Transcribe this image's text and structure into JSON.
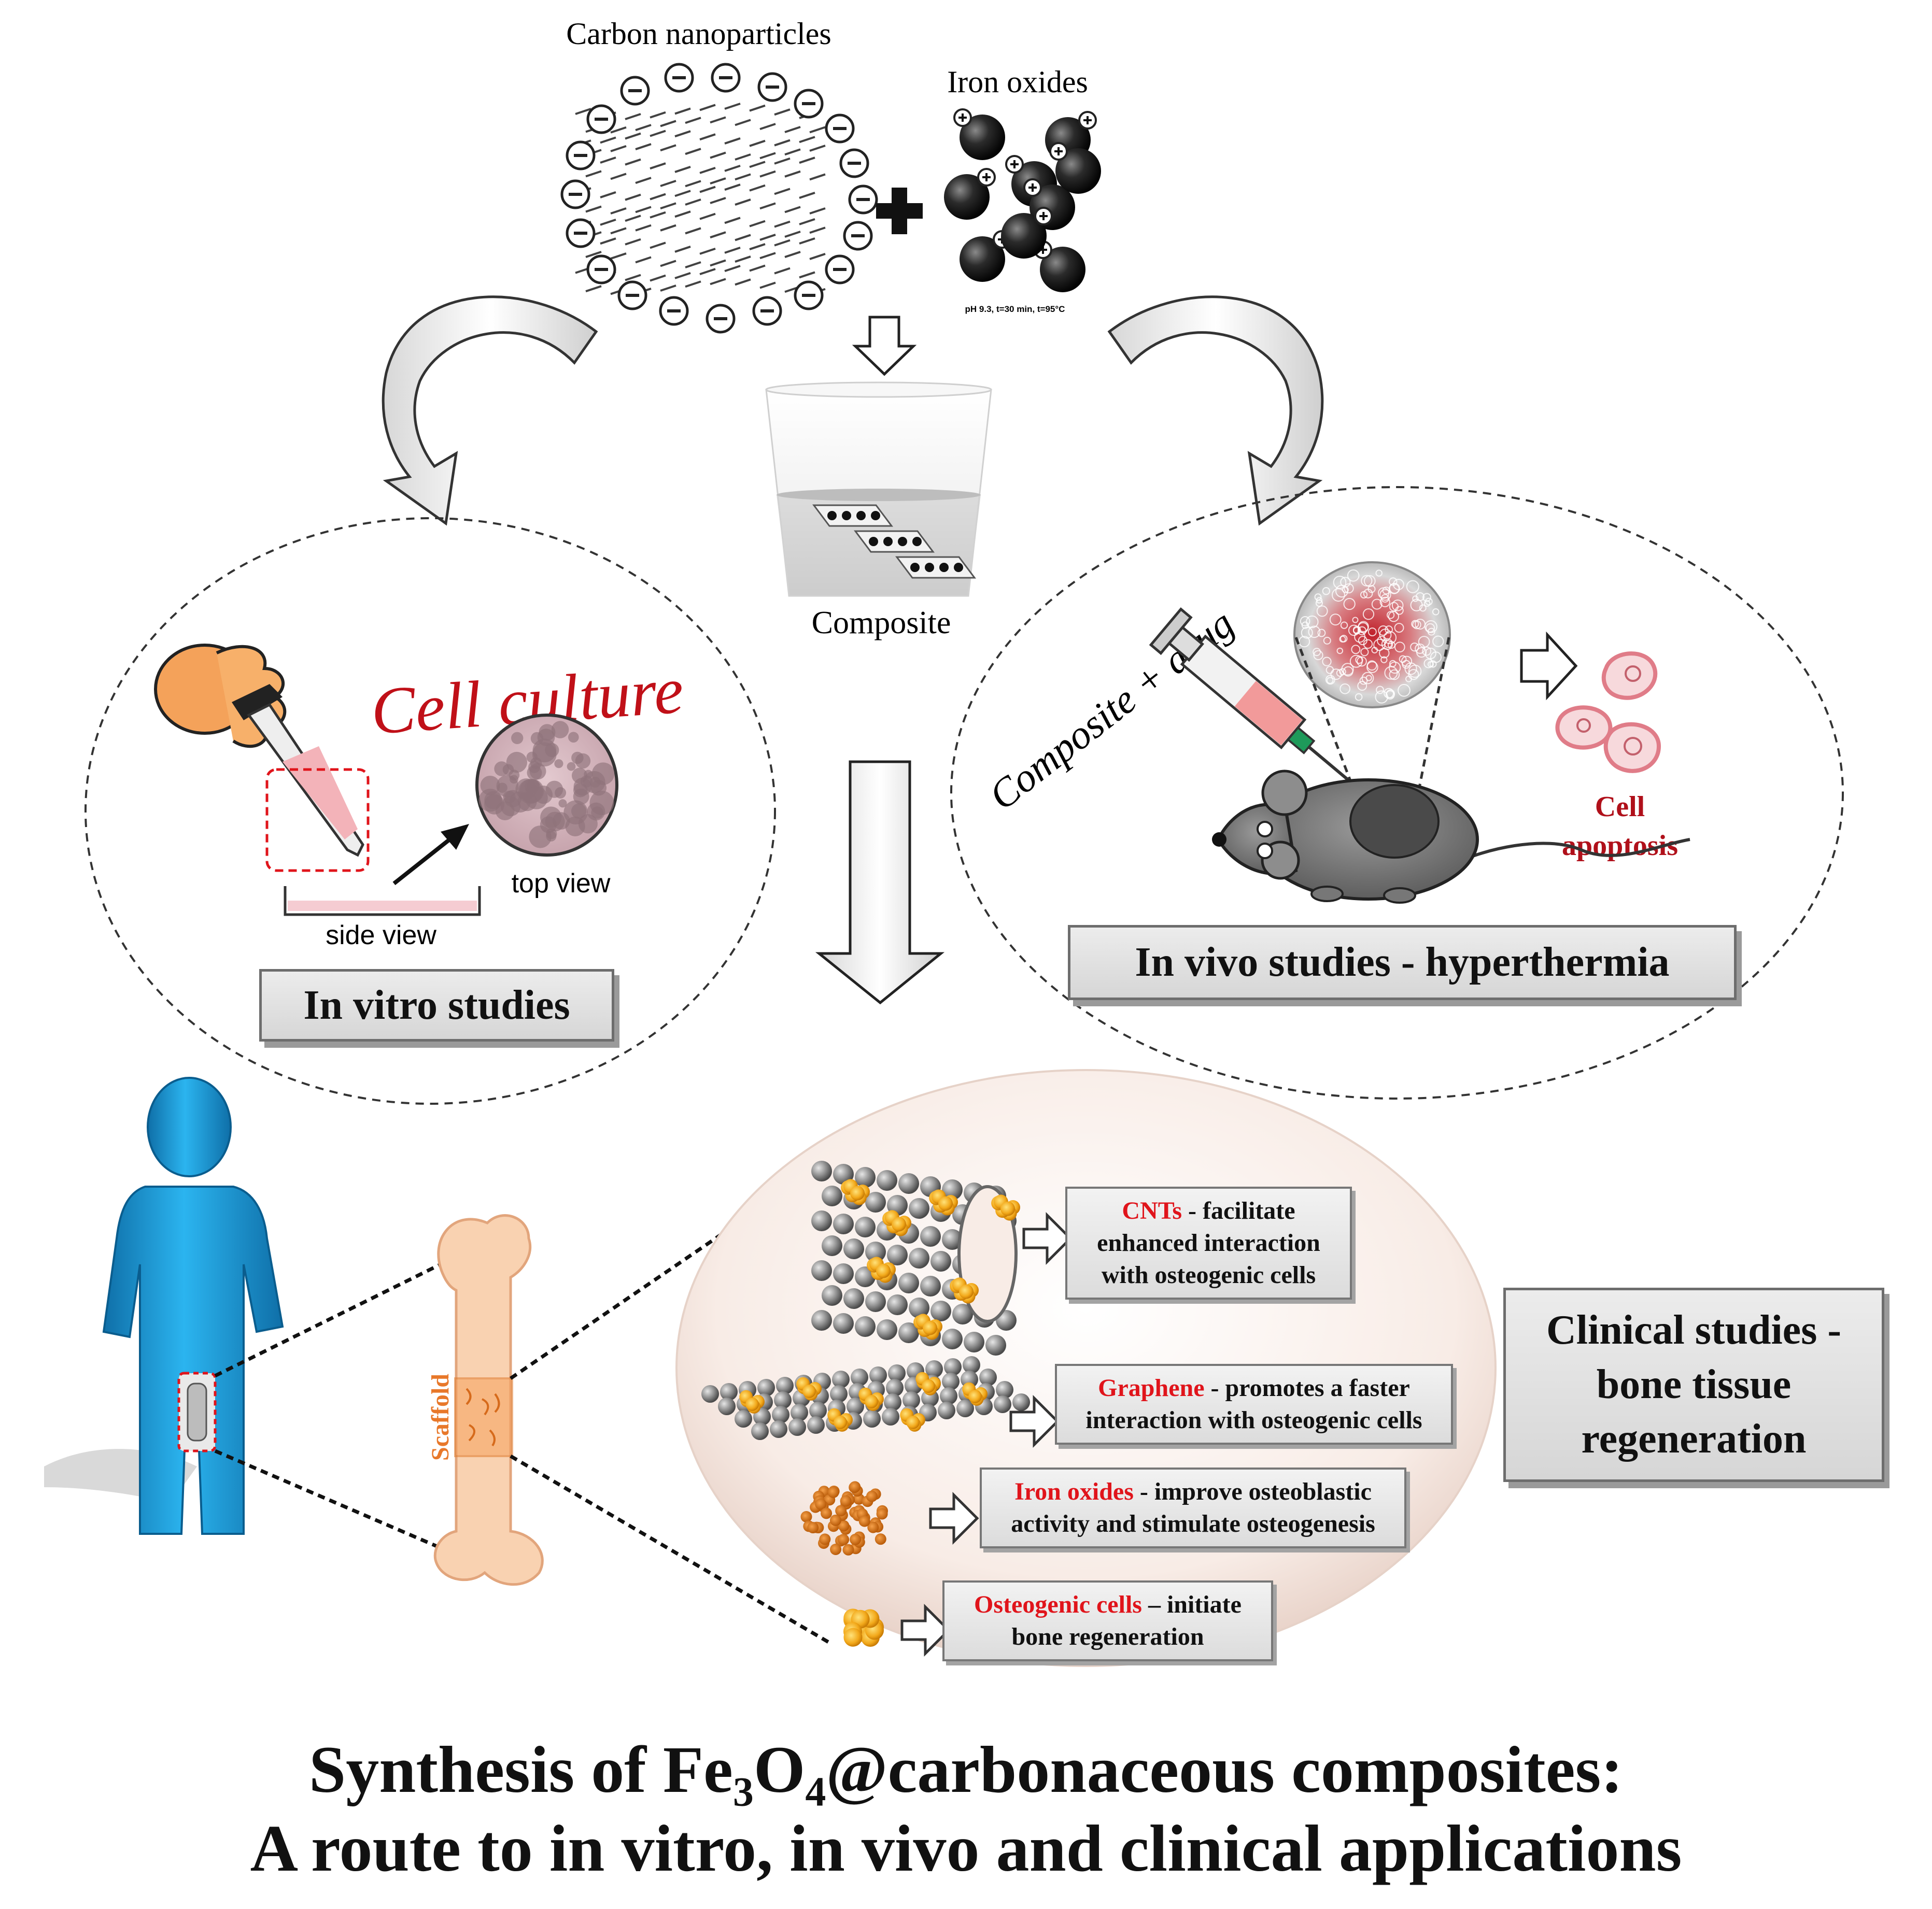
{
  "synthesis": {
    "carbon_label": "Carbon nanoparticles",
    "iron_label": "Iron oxides",
    "conditions": "pH 9.3, t=30 min, t=95°C",
    "composite_label": "Composite"
  },
  "in_vitro": {
    "cell_culture": "Cell culture",
    "top_view": "top view",
    "side_view": "side view",
    "box_label": "In vitro studies"
  },
  "in_vivo": {
    "injection_label": "Composite + drug",
    "apoptosis_line1": "Cell",
    "apoptosis_line2": "apoptosis",
    "box_label": "In vivo studies - hyperthermia"
  },
  "clinical": {
    "scaffold_label": "Scaffold",
    "box_line1": "Clinical studies -",
    "box_line2": "bone tissue",
    "box_line3": "regeneration",
    "items": [
      {
        "key": "CNTs",
        "line1_rest": " - facilitate",
        "line2": "enhanced interaction",
        "line3": "with osteogenic cells"
      },
      {
        "key": "Graphene",
        "line1_rest": " - promotes a faster",
        "line2": "interaction with osteogenic cells"
      },
      {
        "key": "Iron oxides",
        "line1_rest": " - improve osteoblastic",
        "line2": "activity and stimulate osteogenesis"
      },
      {
        "key": "Osteogenic cells",
        "line1_rest": " – initiate",
        "line2": "bone regeneration"
      }
    ]
  },
  "title": {
    "line1_pre": "Synthesis of Fe",
    "sub1": "3",
    "mid": "O",
    "sub2": "4",
    "line1_post": "@carbonaceous composites:",
    "line2": "A route to in vitro, in vivo and clinical applications"
  },
  "colors": {
    "accent_red": "#e0141b",
    "dark_red": "#b0101a",
    "person_blue": "#1e9ad6",
    "bone_peach": "#f8cfae",
    "box_gray": "#d9d9d9"
  }
}
